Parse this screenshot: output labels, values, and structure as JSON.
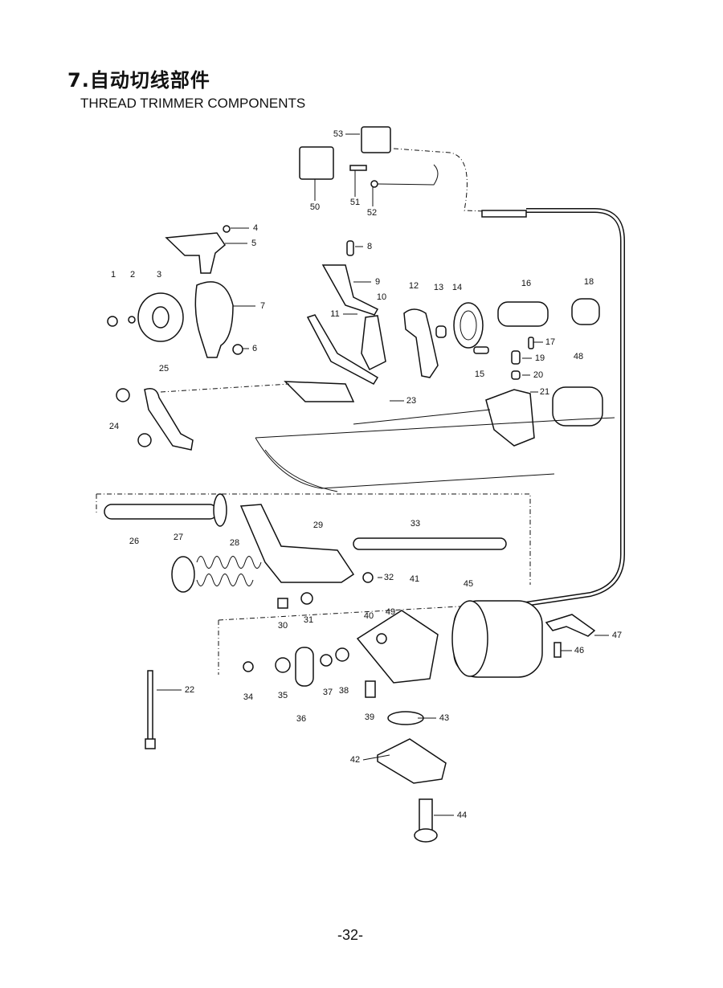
{
  "header": {
    "title": "7.自动切线部件",
    "subtitle": "THREAD TRIMMER COMPONENTS"
  },
  "callouts": [
    "1",
    "2",
    "3",
    "4",
    "5",
    "6",
    "7",
    "8",
    "9",
    "10",
    "11",
    "12",
    "13",
    "14",
    "15",
    "16",
    "17",
    "18",
    "19",
    "20",
    "21",
    "22",
    "23",
    "24",
    "25",
    "26",
    "27",
    "28",
    "29",
    "30",
    "31",
    "32",
    "33",
    "34",
    "35",
    "36",
    "37",
    "38",
    "39",
    "40",
    "41",
    "42",
    "43",
    "44",
    "45",
    "46",
    "47",
    "48",
    "49",
    "50",
    "51",
    "52",
    "53"
  ],
  "footer": {
    "page_number": "-32-"
  }
}
